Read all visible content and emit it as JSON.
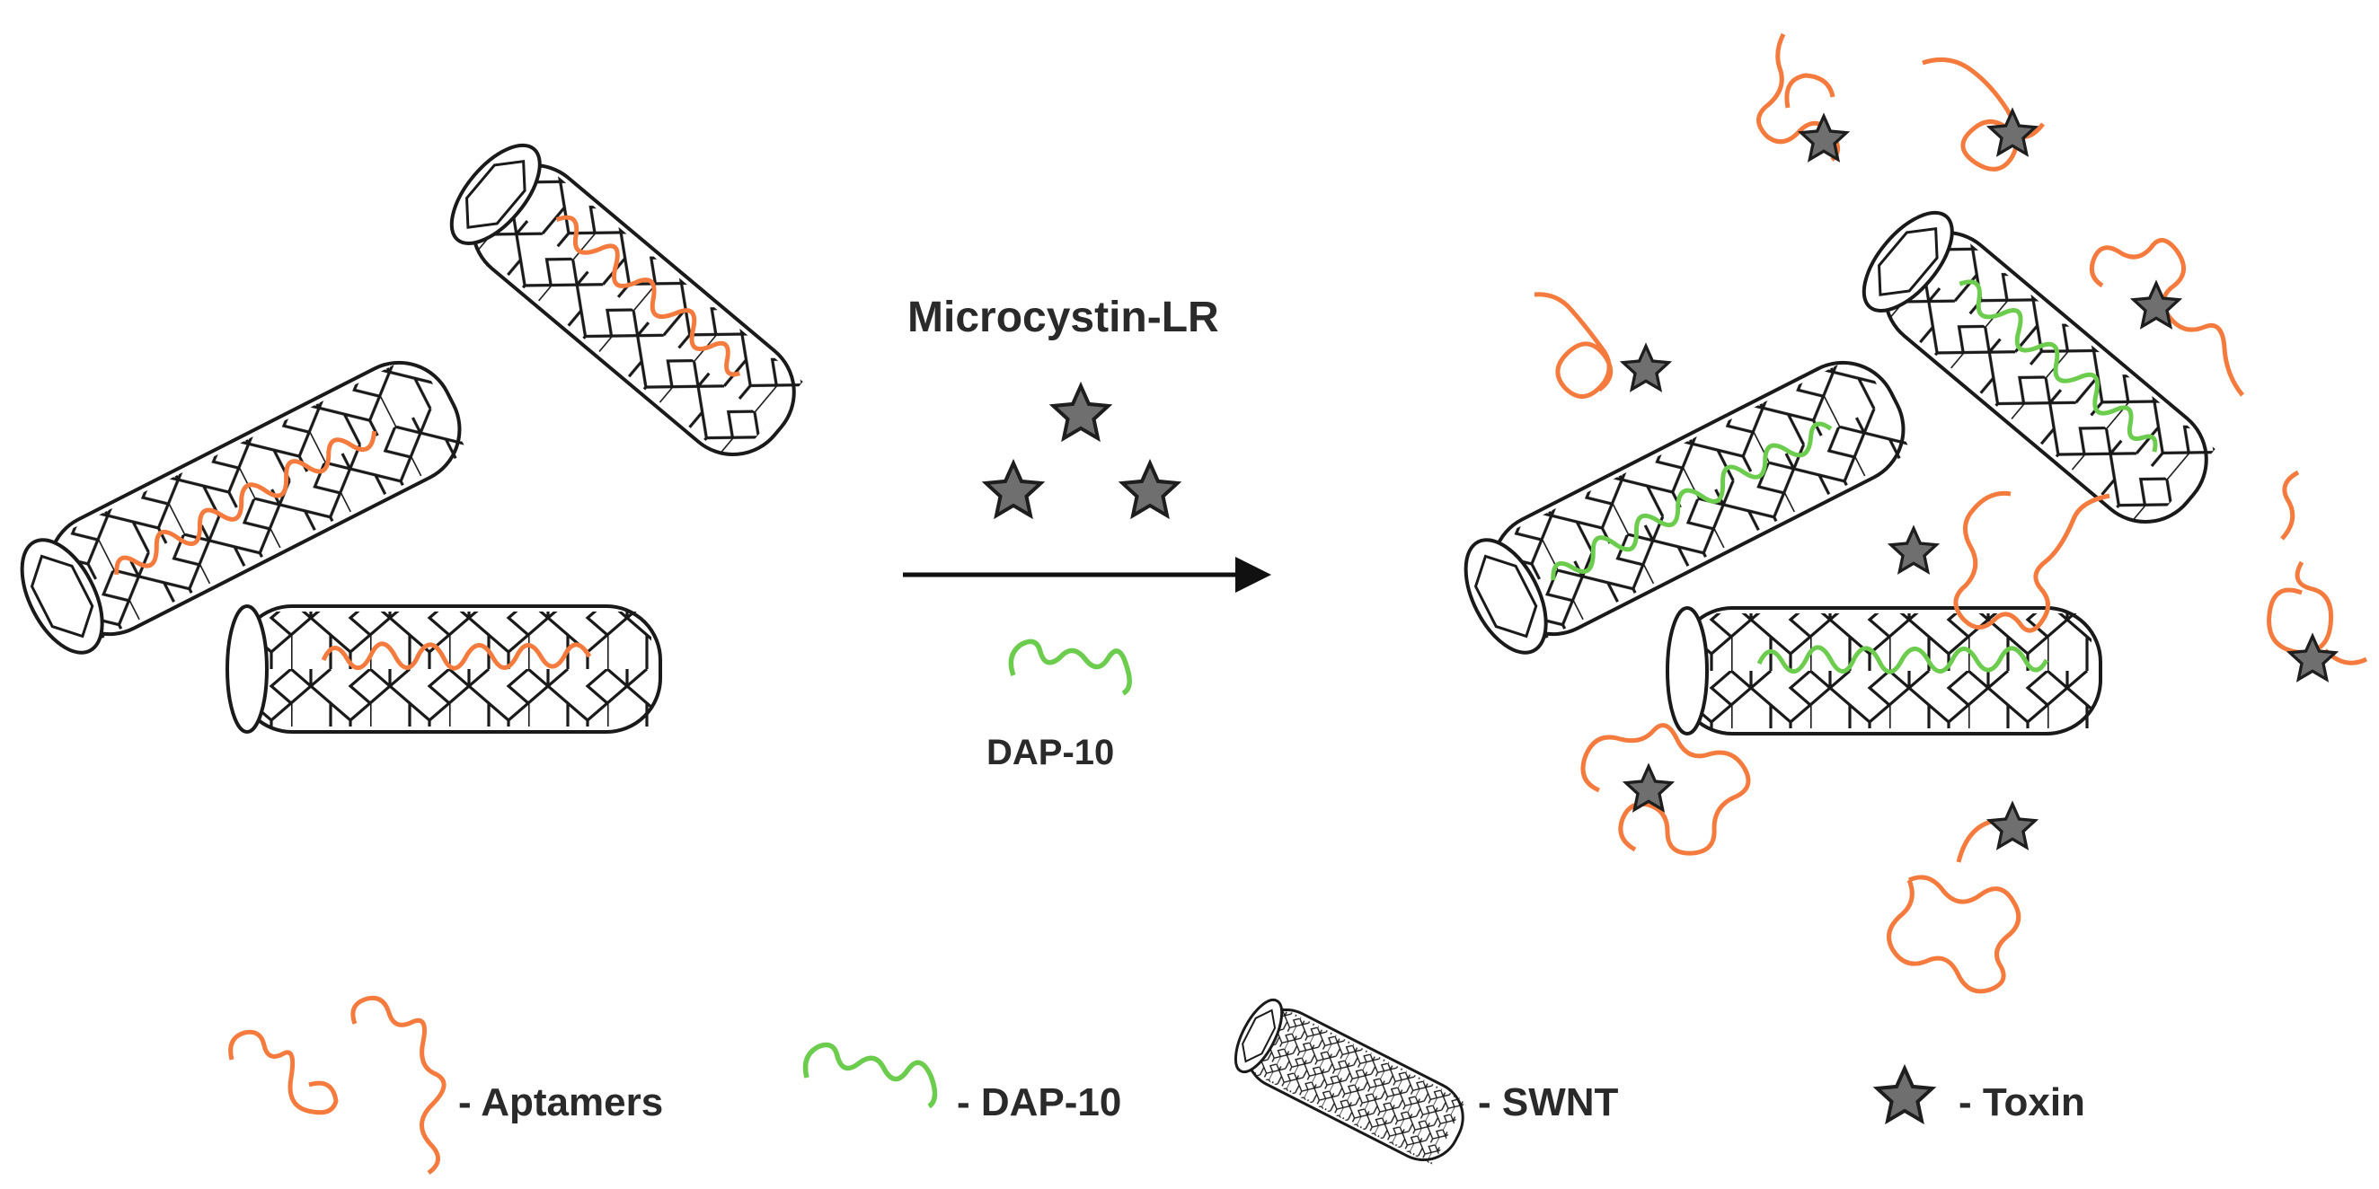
{
  "reagent_label": "Microcystin-LR",
  "dap_label": "DAP-10",
  "legend": {
    "aptamers": "- Aptamers",
    "dap10": "- DAP-10",
    "swnt": "- SWNT",
    "toxin": "- Toxin"
  },
  "colors": {
    "aptamer": "#f47b3d",
    "dap10": "#6ccc4e",
    "toxin_fill": "#6f6f6f",
    "toxin_stroke": "#1e1e1e",
    "tube_line": "#1a1a1a",
    "arrow": "#111111"
  },
  "icons": [
    "aptamer-strand",
    "dap10-strand",
    "swnt-tube",
    "toxin-star",
    "right-arrow"
  ]
}
